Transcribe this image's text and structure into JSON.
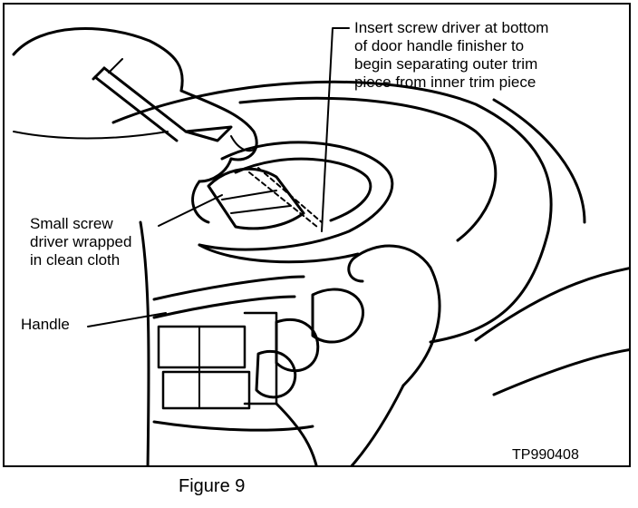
{
  "figure": {
    "caption": "Figure 9",
    "code": "TP990408"
  },
  "callouts": {
    "insert_instruction": "Insert screw driver at bottom\nof door handle finisher to\nbegin separating outer trim\npiece from inner trim piece",
    "screwdriver": "Small screw\ndriver wrapped\nin clean cloth",
    "handle": "Handle"
  },
  "colors": {
    "ink": "#000000",
    "paper": "#ffffff"
  }
}
